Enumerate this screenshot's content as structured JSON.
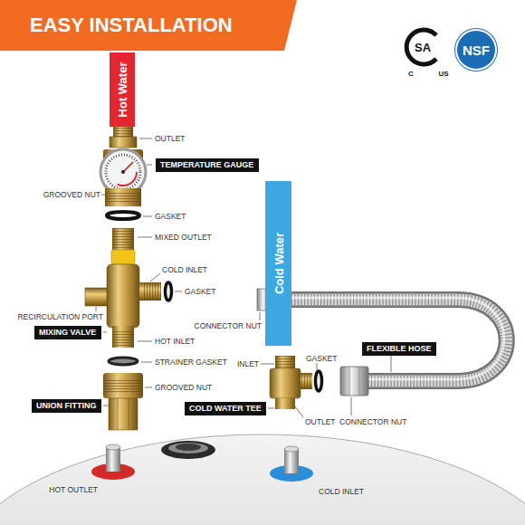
{
  "diagram": {
    "title": "EASY INSTALLATION",
    "nodes": [
      {
        "text": [
          "NSF"
        ]
      },
      {
        "text": [
          "Hot Water"
        ]
      },
      {
        "text": [
          "TEMPERATURE GAUGE"
        ]
      },
      {
        "text": [
          "Cold Water"
        ]
      },
      {
        "text": [
          "MIXING VALVE"
        ]
      },
      {
        "text": [
          "FLEXIBLE HOSE"
        ]
      },
      {
        "text": [
          "UNION FITTING"
        ]
      },
      {
        "text": [
          "COLD WATER TEE"
        ]
      }
    ],
    "labels": [
      "SA",
      "C",
      "US",
      "OUTLET",
      "GROOVED NUT",
      "GASKET",
      "MIXED OUTLET",
      "COLD INLET",
      "GASKET",
      "RECIRCULATION PORT",
      "CONNECTOR NUT",
      "HOT INLET",
      "STRAINER GASKET",
      "GROOVED NUT",
      "INLET",
      "GASKET",
      "OUTLET",
      "CONNECTOR NUT",
      "HOT OUTLET",
      "COLD INLET"
    ]
  }
}
